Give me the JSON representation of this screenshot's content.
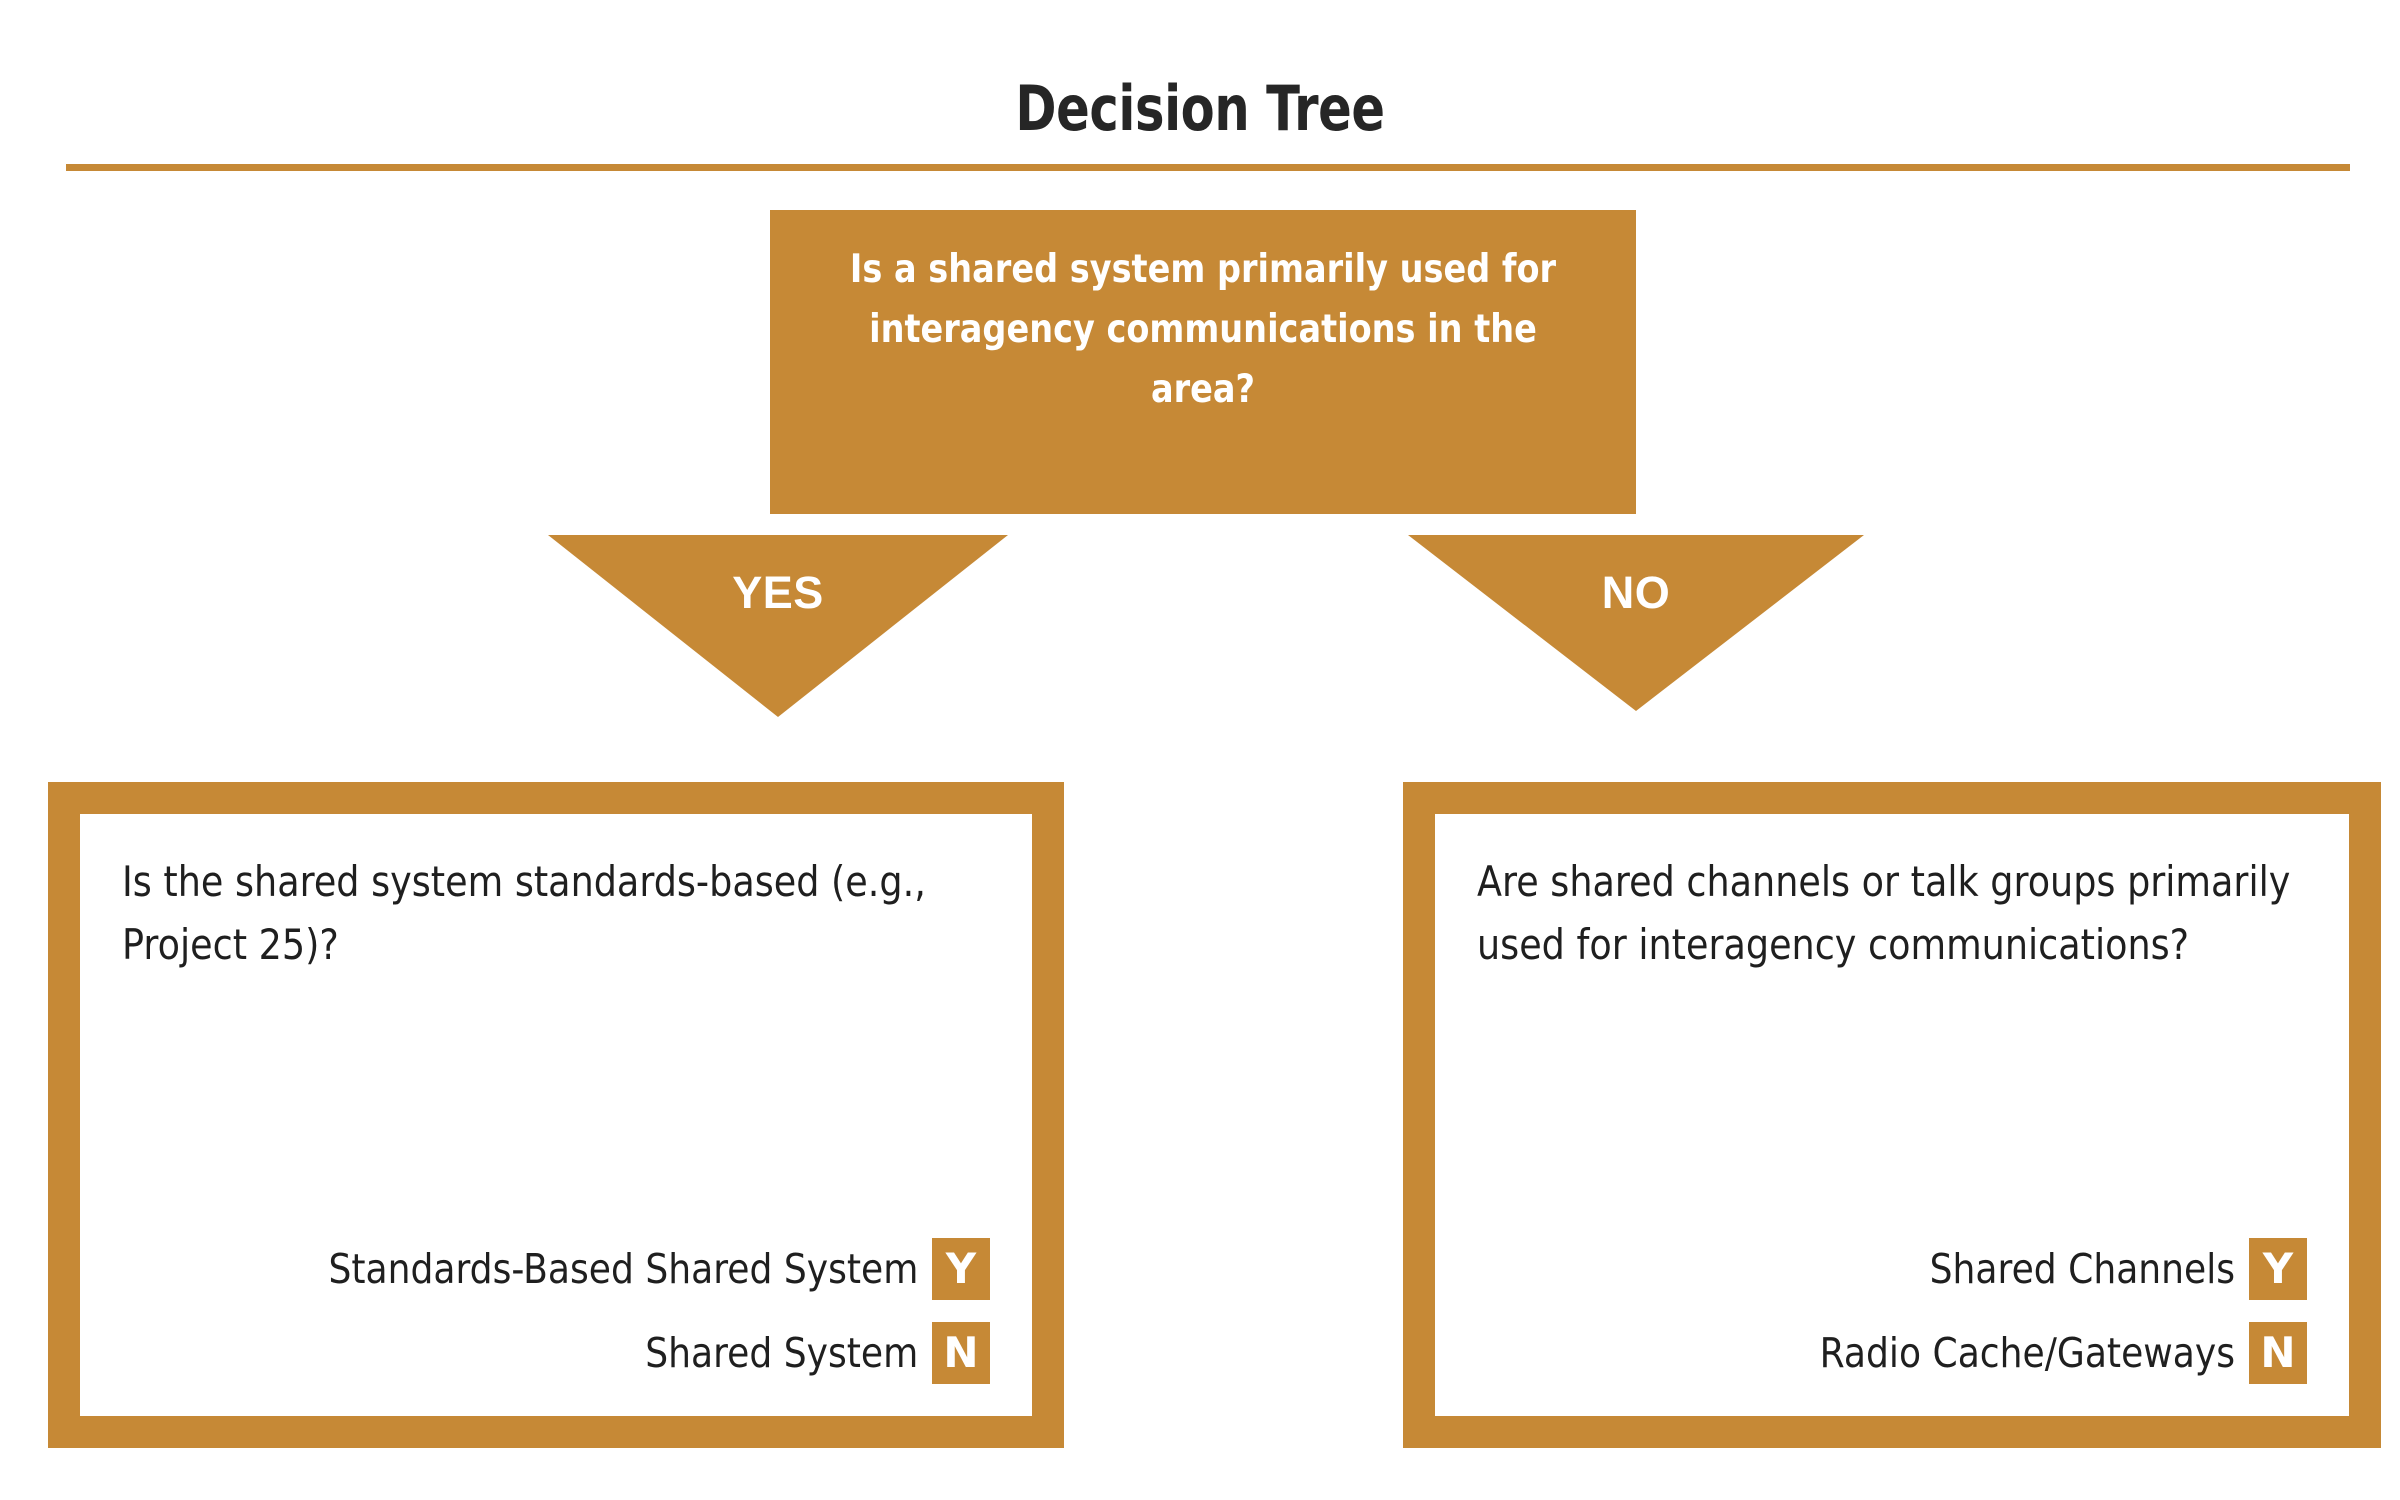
{
  "header": {
    "title": "Decision Tree",
    "rule_color": "#C68936"
  },
  "theme": {
    "accent": "#C68936",
    "text_dark": "#1f1f1f",
    "text_light": "#ffffff",
    "background": "#ffffff"
  },
  "root_question": {
    "text": "Is a shared system primarily used for interagency communications in the area?"
  },
  "branches": [
    {
      "label": "YES",
      "direction": "left"
    },
    {
      "label": "NO",
      "direction": "right"
    }
  ],
  "outcomes": [
    {
      "question": "Is the shared system standards-based (e.g., Project 25)?",
      "options": [
        {
          "label": "Standards-Based Shared System",
          "badge": "Y"
        },
        {
          "label": "Shared System",
          "badge": "N"
        }
      ]
    },
    {
      "question": "Are shared channels or talk groups primarily used for interagency communications?",
      "options": [
        {
          "label": "Shared Channels",
          "badge": "Y"
        },
        {
          "label": "Radio Cache/Gateways",
          "badge": "N"
        }
      ]
    }
  ]
}
